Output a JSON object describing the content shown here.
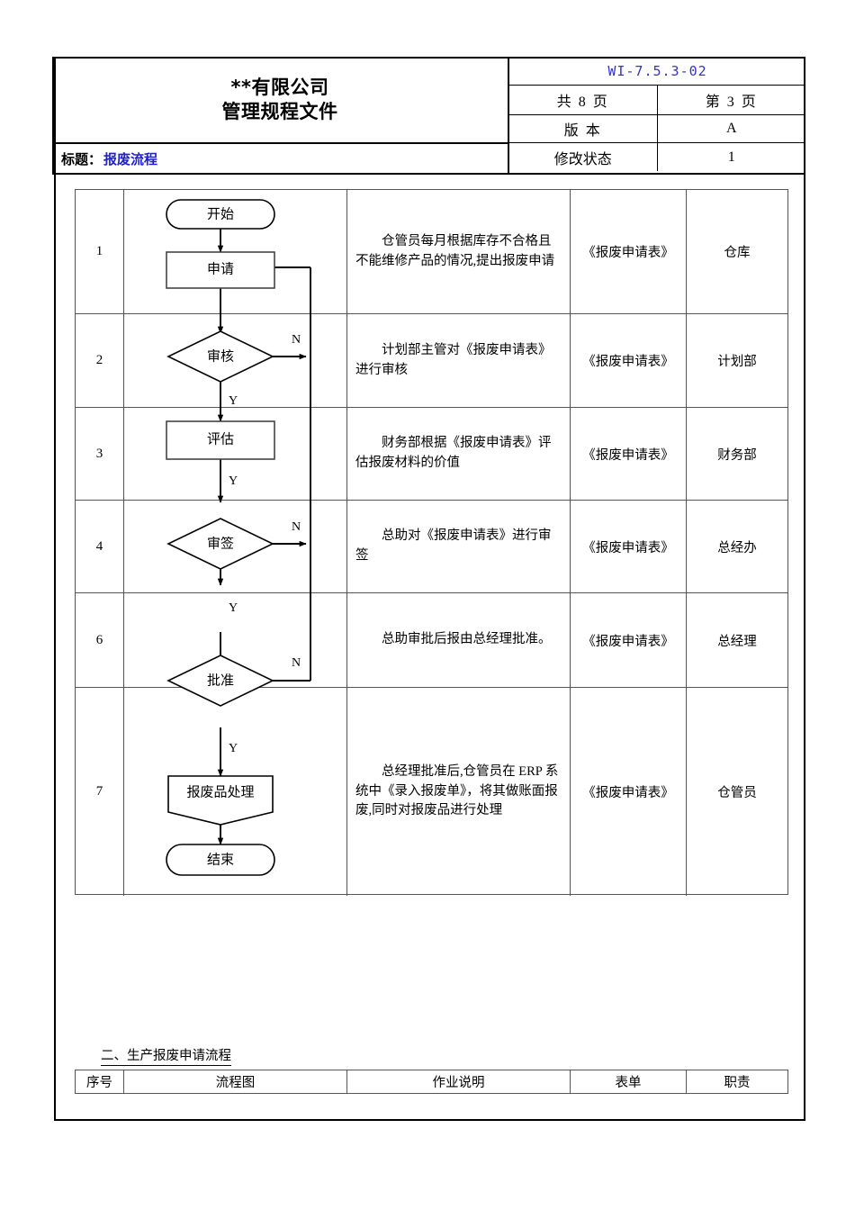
{
  "header": {
    "company": "**有限公司",
    "doctype": "管理规程文件",
    "title_label": "标题：",
    "title_value": "报废流程",
    "doc_code": "WI-7.5.3-02",
    "total_pages_label": "共 8 页",
    "current_page_label": "第 3 页",
    "version_label": "版 本",
    "version_value": "A",
    "revision_label": "修改状态",
    "revision_value": "1",
    "title_color": "#2222cc",
    "doc_code_color": "#3333cc"
  },
  "flowchart": {
    "nodes": [
      {
        "id": "start",
        "shape": "terminator",
        "label": "开始"
      },
      {
        "id": "apply",
        "shape": "process",
        "label": "申请"
      },
      {
        "id": "review",
        "shape": "decision",
        "label": "审核"
      },
      {
        "id": "evaluate",
        "shape": "process",
        "label": "评估"
      },
      {
        "id": "signoff",
        "shape": "decision",
        "label": "审签"
      },
      {
        "id": "approve",
        "shape": "decision",
        "label": "批准"
      },
      {
        "id": "dispose",
        "shape": "pentagon",
        "label": "报废品处理"
      },
      {
        "id": "end",
        "shape": "terminator",
        "label": "结束"
      }
    ],
    "branch_yes": "Y",
    "branch_no": "N"
  },
  "main_table": {
    "rows": [
      {
        "no": "1",
        "desc": "仓管员每月根据库存不合格且不能维修产品的情况,提出报废申请",
        "form": "《报废申请表》",
        "resp": "仓库"
      },
      {
        "no": "2",
        "desc": "计划部主管对《报废申请表》进行审核",
        "form": "《报废申请表》",
        "resp": "计划部"
      },
      {
        "no": "3",
        "desc": "财务部根据《报废申请表》评估报废材料的价值",
        "form": "《报废申请表》",
        "resp": "财务部"
      },
      {
        "no": "4",
        "desc": "总助对《报废申请表》进行审签",
        "form": "《报废申请表》",
        "resp": "总经办"
      },
      {
        "no": "6",
        "desc": "总助审批后报由总经理批准。",
        "form": "《报废申请表》",
        "resp": "总经理"
      },
      {
        "no": "7",
        "desc": "总经理批准后,仓管员在 ERP 系统中《录入报废单》，将其做账面报废,同时对报废品进行处理",
        "form": "《报废申请表》",
        "resp": "仓管员"
      }
    ]
  },
  "bottom": {
    "heading": "二、生产报废申请流程",
    "columns": [
      "序号",
      "流程图",
      "作业说明",
      "表单",
      "职责"
    ]
  }
}
